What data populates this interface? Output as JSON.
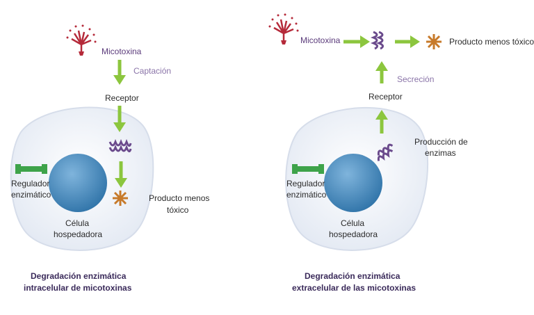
{
  "colors": {
    "arrow": "#8cc63e",
    "cell_fill": "#eef2f8",
    "cell_stroke": "#d6ddea",
    "nucleus": "#4a8cc0",
    "regulator": "#3ea34a",
    "mycotoxin": "#b52a3a",
    "enzyme": "#6a4a8c",
    "product": "#c77a2a"
  },
  "left": {
    "mycotoxin": "Micotoxina",
    "uptake": "Captación",
    "receptor": "Receptor",
    "regulator_line1": "Regulador",
    "regulator_line2": "enzimático",
    "product_line1": "Producto menos",
    "product_line2": "tóxico",
    "cell_line1": "Célula",
    "cell_line2": "hospedadora",
    "caption_line1": "Degradación enzimática",
    "caption_line2": "intracelular de micotoxinas"
  },
  "right": {
    "mycotoxin": "Micotoxina",
    "product": "Producto menos tóxico",
    "secretion": "Secreción",
    "receptor": "Receptor",
    "production_line1": "Producción de",
    "production_line2": "enzimas",
    "regulator_line1": "Regulador",
    "regulator_line2": "enzimático",
    "cell_line1": "Célula",
    "cell_line2": "hospedadora",
    "caption_line1": "Degradación enzimática",
    "caption_line2": "extracelular de las micotoxinas"
  }
}
